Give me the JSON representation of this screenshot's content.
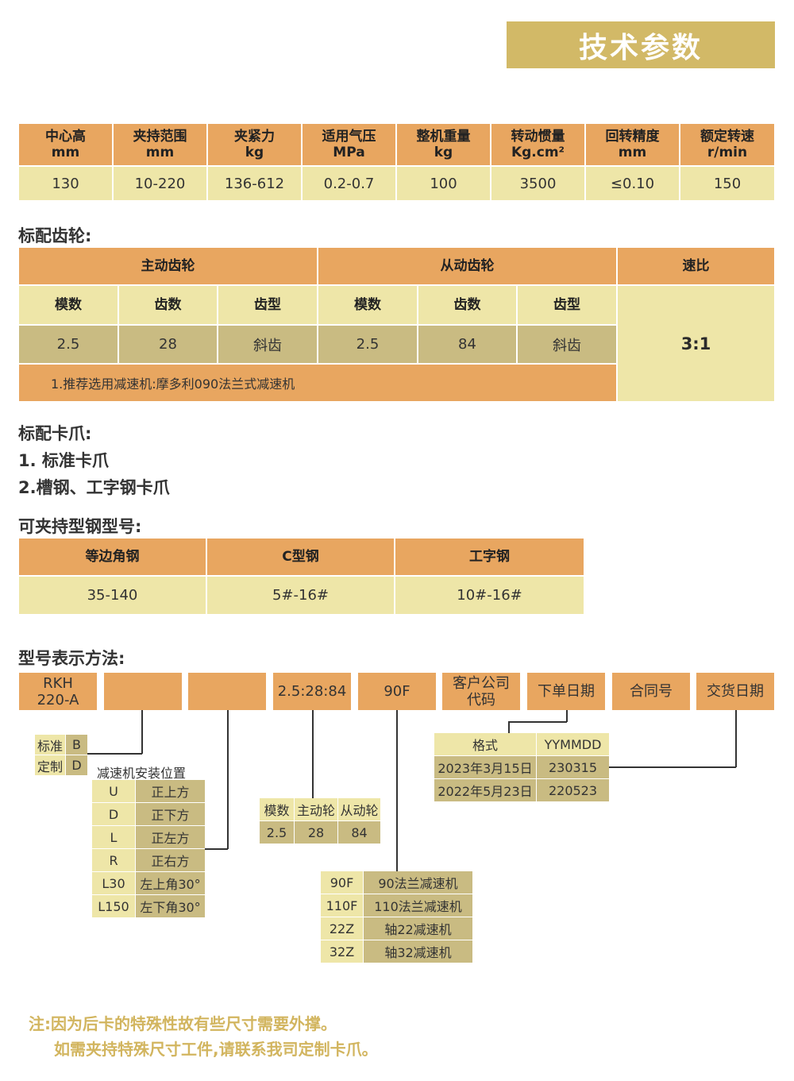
{
  "banner": {
    "title": "技术参数"
  },
  "spec": {
    "headers": [
      {
        "l1": "中心高",
        "l2": "mm"
      },
      {
        "l1": "夹持范围",
        "l2": "mm"
      },
      {
        "l1": "夹紧力",
        "l2": "kg"
      },
      {
        "l1": "适用气压",
        "l2": "MPa"
      },
      {
        "l1": "整机重量",
        "l2": "kg"
      },
      {
        "l1": "转动惯量",
        "l2": "Kg.cm²"
      },
      {
        "l1": "回转精度",
        "l2": "mm"
      },
      {
        "l1": "额定转速",
        "l2": "r/min"
      }
    ],
    "values": [
      "130",
      "10-220",
      "136-612",
      "0.2-0.7",
      "100",
      "3500",
      "≤0.10",
      "150"
    ]
  },
  "gear": {
    "title": "标配齿轮:",
    "drive": "主动齿轮",
    "driven": "从动齿轮",
    "ratio_label": "速比",
    "sub": [
      "模数",
      "齿数",
      "齿型",
      "模数",
      "齿数",
      "齿型"
    ],
    "vals": [
      "2.5",
      "28",
      "斜齿",
      "2.5",
      "84",
      "斜齿"
    ],
    "ratio": "3:1",
    "note": "1.推荐选用减速机:摩多利090法兰式减速机"
  },
  "claw": {
    "title": "标配卡爪:",
    "item1": "1. 标准卡爪",
    "item2": "2.槽钢、工字钢卡爪"
  },
  "steel": {
    "title": "可夹持型钢型号:",
    "headers": [
      "等边角钢",
      "C型钢",
      "工字钢"
    ],
    "values": [
      "35-140",
      "5#-16#",
      "10#-16#"
    ]
  },
  "model": {
    "title": "型号表示方法:",
    "boxes": [
      {
        "l1": "RKH",
        "l2": "220-A"
      },
      {
        "l1": "",
        "l2": ""
      },
      {
        "l1": "",
        "l2": ""
      },
      {
        "l1": "2.5:28:84",
        "l2": ""
      },
      {
        "l1": "90F",
        "l2": ""
      },
      {
        "l1": "客户公司",
        "l2": "代码"
      },
      {
        "l1": "下单日期",
        "l2": ""
      },
      {
        "l1": "合同号",
        "l2": ""
      },
      {
        "l1": "交货日期",
        "l2": ""
      }
    ],
    "std": [
      [
        "标准",
        "B"
      ],
      [
        "定制",
        "D"
      ]
    ],
    "mount_title": "减速机安装位置",
    "mount": [
      [
        "U",
        "正上方"
      ],
      [
        "D",
        "正下方"
      ],
      [
        "L",
        "正左方"
      ],
      [
        "R",
        "正右方"
      ],
      [
        "L30",
        "左上角30°"
      ],
      [
        "L150",
        "左下角30°"
      ]
    ],
    "gear_tbl": {
      "headers": [
        "模数",
        "主动轮",
        "从动轮"
      ],
      "vals": [
        "2.5",
        "28",
        "84"
      ]
    },
    "reducer": [
      [
        "90F",
        "90法兰减速机"
      ],
      [
        "110F",
        "110法兰减速机"
      ],
      [
        "22Z",
        "轴22减速机"
      ],
      [
        "32Z",
        "轴32减速机"
      ]
    ],
    "date_tbl": [
      [
        "格式",
        "YYMMDD"
      ],
      [
        "2023年3月15日",
        "230315"
      ],
      [
        "2022年5月23日",
        "220523"
      ]
    ]
  },
  "note": {
    "line1": "注:因为后卡的特殊性故有些尺寸需要外撑。",
    "line2": "如需夹持特殊尺寸工件,请联系我司定制卡爪。"
  }
}
